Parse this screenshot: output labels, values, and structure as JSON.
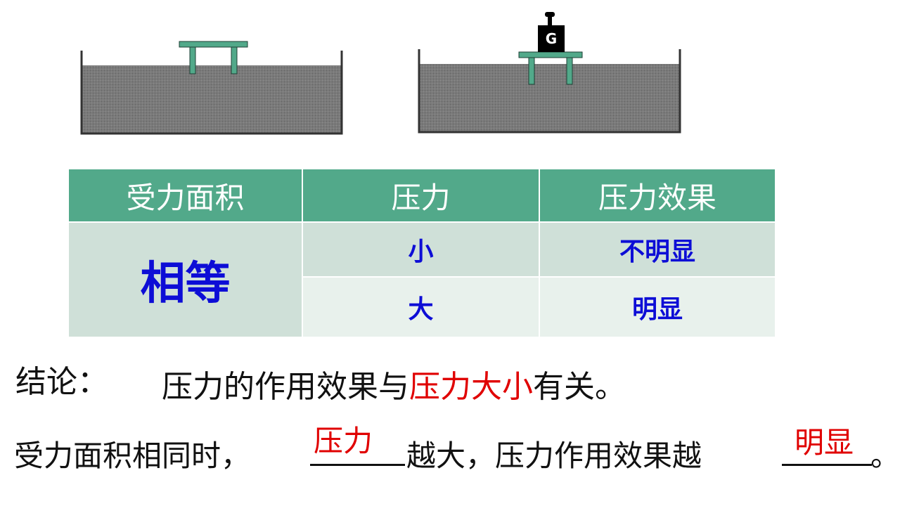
{
  "diagram": {
    "weight_label": "G"
  },
  "table": {
    "headers": [
      "受力面积",
      "压力",
      "压力效果"
    ],
    "area_value": "相等",
    "rows": [
      {
        "pressure": "小",
        "effect": "不明显"
      },
      {
        "pressure": "大",
        "effect": "明显"
      }
    ]
  },
  "conclusion": {
    "label": "结论：",
    "text_before": "压力的作用效果与",
    "highlight": "压力大小",
    "text_after": "有关。"
  },
  "rule": {
    "part1": "受力面积相同时，",
    "blank1_answer": "压力",
    "part2": "越大，压力作用效果越",
    "blank2_answer": "明显",
    "part3": "。"
  },
  "colors": {
    "header_bg": "#52a98a",
    "cell_blue": "#0d0dd6",
    "answer_red": "#e00000",
    "sand": "#777777",
    "stool": "#52a98a"
  }
}
